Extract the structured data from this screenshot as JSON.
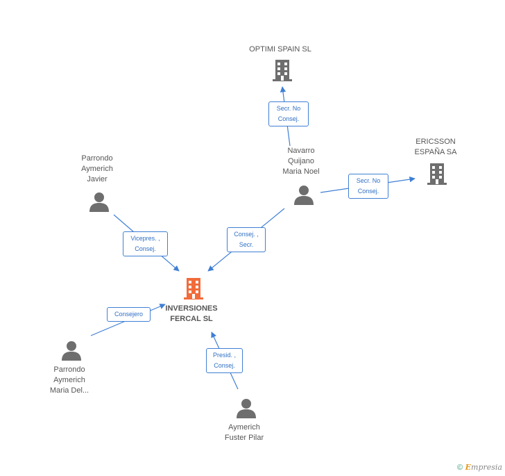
{
  "nodes": {
    "optimi": {
      "label": "OPTIMI SPAIN SL",
      "kind": "company"
    },
    "ericsson": {
      "label": "ERICSSON\nESPAÑA SA",
      "kind": "company"
    },
    "navarro": {
      "label": "Navarro\nQuijano\nMaria Noel",
      "kind": "person"
    },
    "parrondo_javier": {
      "label": "Parrondo\nAymerich\nJavier",
      "kind": "person"
    },
    "inversiones": {
      "label": "INVERSIONES\nFERCAL SL",
      "kind": "company-main"
    },
    "parrondo_maria": {
      "label": "Parrondo\nAymerich\nMaria Del...",
      "kind": "person"
    },
    "aymerich": {
      "label": "Aymerich\nFuster Pilar",
      "kind": "person"
    }
  },
  "edges": [
    {
      "from": "navarro",
      "to": "optimi",
      "label": "Secr.  No\nConsej."
    },
    {
      "from": "navarro",
      "to": "ericsson",
      "label": "Secr.  No\nConsej."
    },
    {
      "from": "navarro",
      "to": "inversiones",
      "label": "Consej. ,\nSecr."
    },
    {
      "from": "parrondo_javier",
      "to": "inversiones",
      "label": "Vicepres. ,\nConsej."
    },
    {
      "from": "parrondo_maria",
      "to": "inversiones",
      "label": "Consejero"
    },
    {
      "from": "aymerich",
      "to": "inversiones",
      "label": "Presid. ,\nConsej."
    }
  ],
  "colors": {
    "edge": "#3f7fd4",
    "node_icon": "#6e6e6e",
    "main_icon": "#f26b3a"
  },
  "footer": {
    "copyright": "©",
    "brand_initial": "E",
    "brand_rest": "mpresia"
  }
}
